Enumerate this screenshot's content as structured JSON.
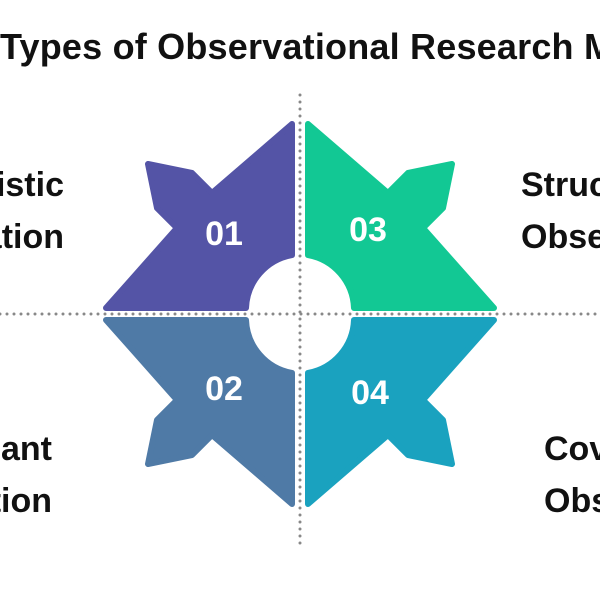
{
  "title": "Types of Observational Research Methods",
  "colors": {
    "q01": "#5454a6",
    "q02": "#4f7aa6",
    "q03": "#12c894",
    "q04": "#1aa2bf",
    "divider": "#888888",
    "text": "#111111"
  },
  "quadrants": [
    {
      "number": "01",
      "label_line1": "Naturalistic",
      "label_line2": "Observation"
    },
    {
      "number": "02",
      "label_line1": "Participant",
      "label_line2": "Observation"
    },
    {
      "number": "03",
      "label_line1": "Structured",
      "label_line2": "Observation"
    },
    {
      "number": "04",
      "label_line1": "Covert",
      "label_line2": "Observation"
    }
  ]
}
